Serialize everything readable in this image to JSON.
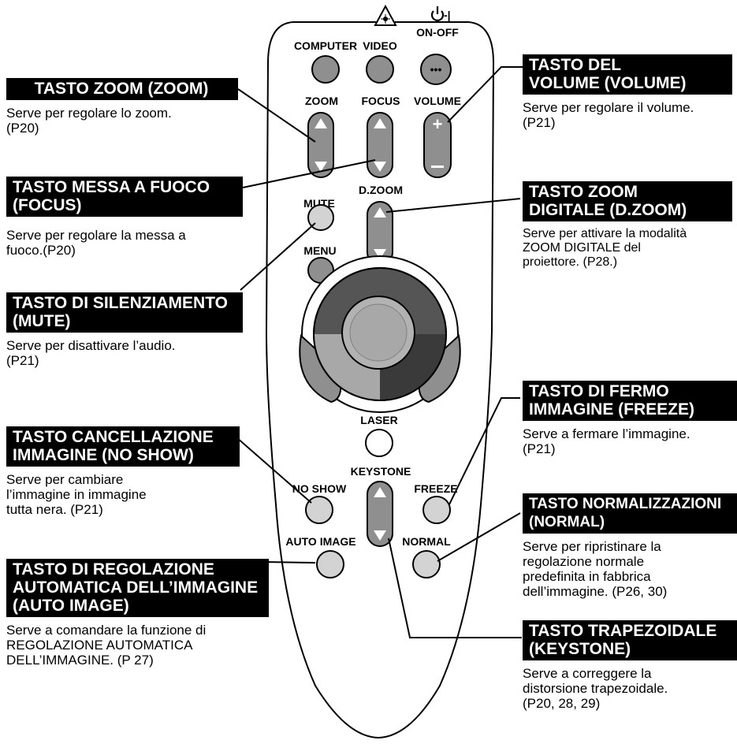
{
  "remote": {
    "laser_symbol": "laser-warning-icon",
    "power_symbol": "power-icon",
    "power_text": "-|",
    "buttons": {
      "computer": "COMPUTER",
      "video": "VIDEO",
      "on_off": "ON-OFF",
      "on_off_dots": "•••",
      "zoom": "ZOOM",
      "focus": "FOCUS",
      "volume": "VOLUME",
      "volume_plus": "+",
      "mute": "MUTE",
      "d_zoom": "D.ZOOM",
      "menu": "MENU",
      "laser": "LASER",
      "keystone": "KEYSTONE",
      "no_show": "NO SHOW",
      "freeze": "FREEZE",
      "auto_image": "AUTO IMAGE",
      "normal": "NORMAL"
    }
  },
  "callouts": {
    "zoom": {
      "title": "TASTO ZOOM (ZOOM)",
      "desc": "Serve per regolare lo zoom.\n(P20)"
    },
    "focus": {
      "title": "TASTO MESSA A FUOCO\n(FOCUS)",
      "desc": "Serve per regolare la messa a\nfuoco.(P20)"
    },
    "mute": {
      "title": "TASTO DI SILENZIAMENTO\n(MUTE)",
      "desc": "Serve per disattivare l’audio.\n(P21)"
    },
    "no_show": {
      "title": "TASTO CANCELLAZIONE\nIMMAGINE (NO SHOW)",
      "desc": "Serve per cambiare\nl’immagine in immagine\ntutta nera. (P21)"
    },
    "auto_image": {
      "title": "TASTO DI REGOLAZIONE\nAUTOMATICA DELL’IMMAGINE\n(AUTO IMAGE)",
      "desc": "Serve a comandare la funzione di\nREGOLAZIONE AUTOMATICA\nDELL’IMMAGINE.  (P 27)"
    },
    "volume": {
      "title": "TASTO DEL\nVOLUME (VOLUME)",
      "desc": "Serve per regolare il volume.\n(P21)"
    },
    "d_zoom": {
      "title": "TASTO ZOOM\nDIGITALE (D.ZOOM)",
      "desc": "Serve per attivare la modalità\nZOOM DIGITALE del\nproiettore.  (P28.)"
    },
    "freeze": {
      "title": "TASTO DI FERMO\nIMMAGINE (FREEZE)",
      "desc": "Serve a fermare l’immagine.\n(P21)"
    },
    "normal": {
      "title": "TASTO NORMALIZZAZIONI\n(NORMAL)",
      "desc": "Serve per ripristinare la\nregolazione normale\npredefinita in fabbrica\ndell’immagine. (P26, 30)"
    },
    "keystone": {
      "title": "TASTO TRAPEZOIDALE\n(KEYSTONE)",
      "desc": "Serve a correggere la\ndistorsione trapezoidale.\n(P20, 28, 29)"
    }
  }
}
